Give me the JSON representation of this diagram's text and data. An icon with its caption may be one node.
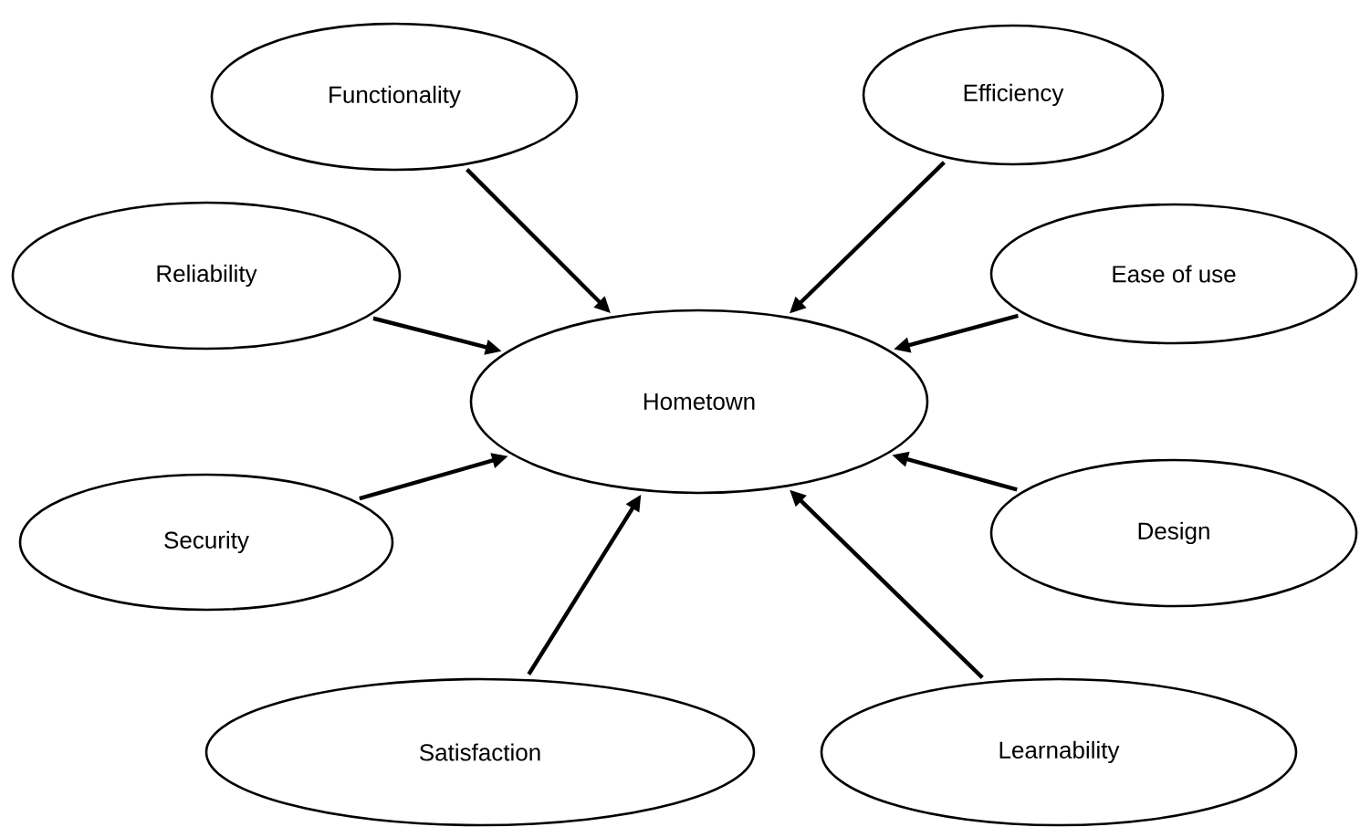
{
  "diagram": {
    "nodes": [
      {
        "text": [
          "Functionality"
        ]
      },
      {
        "text": [
          "Efficiency"
        ]
      },
      {
        "text": [
          "Reliability"
        ]
      },
      {
        "text": [
          "Ease of use"
        ]
      },
      {
        "text": [
          "Hometown"
        ]
      },
      {
        "text": [
          "Security"
        ]
      },
      {
        "text": [
          "Design"
        ]
      },
      {
        "text": [
          "Satisfaction"
        ]
      },
      {
        "text": [
          "Learnability"
        ]
      }
    ],
    "edges": [
      {
        "from": 0,
        "to": 4,
        "arrow": "to"
      },
      {
        "from": 1,
        "to": 4,
        "arrow": "to"
      },
      {
        "from": 2,
        "to": 4,
        "arrow": "to"
      },
      {
        "from": 3,
        "to": 4,
        "arrow": "to"
      },
      {
        "from": 5,
        "to": 4,
        "arrow": "to"
      },
      {
        "from": 6,
        "to": 4,
        "arrow": "to"
      },
      {
        "from": 7,
        "to": 4,
        "arrow": "to"
      },
      {
        "from": 8,
        "to": 4,
        "arrow": "to"
      }
    ]
  }
}
